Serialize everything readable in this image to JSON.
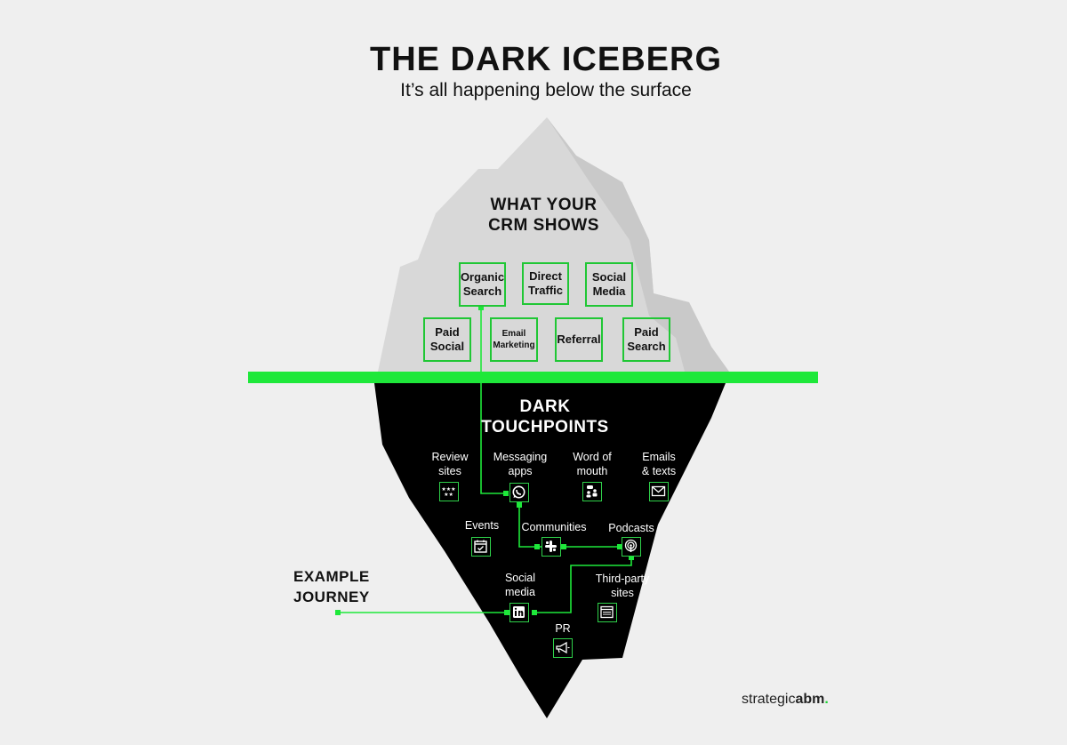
{
  "title": "THE DARK ICEBERG",
  "subtitle": "It’s all happening below the surface",
  "above": {
    "heading_line1": "WHAT YOUR",
    "heading_line2": "CRM SHOWS",
    "boxes": [
      {
        "l1": "Organic",
        "l2": "Search"
      },
      {
        "l1": "Direct",
        "l2": "Traffic"
      },
      {
        "l1": "Social",
        "l2": "Media"
      },
      {
        "l1": "Paid",
        "l2": "Social"
      },
      {
        "l1": "Email",
        "l2": "Marketing"
      },
      {
        "l1": "Referral",
        "l2": ""
      },
      {
        "l1": "Paid",
        "l2": "Search"
      }
    ]
  },
  "below": {
    "heading_line1": "DARK",
    "heading_line2": "TOUCHPOINTS",
    "touchpoints": [
      {
        "l1": "Review",
        "l2": "sites",
        "icon": "stars-icon"
      },
      {
        "l1": "Messaging",
        "l2": "apps",
        "icon": "whatsapp-icon"
      },
      {
        "l1": "Word of",
        "l2": "mouth",
        "icon": "people-chat-icon"
      },
      {
        "l1": "Emails",
        "l2": "& texts",
        "icon": "envelope-icon"
      },
      {
        "l1": "Events",
        "l2": "",
        "icon": "calendar-icon"
      },
      {
        "l1": "Communities",
        "l2": "",
        "icon": "slack-icon"
      },
      {
        "l1": "Podcasts",
        "l2": "",
        "icon": "podcast-icon"
      },
      {
        "l1": "Social",
        "l2": "media",
        "icon": "linkedin-icon"
      },
      {
        "l1": "Third-party",
        "l2": "sites",
        "icon": "browser-icon"
      },
      {
        "l1": "PR",
        "l2": "",
        "icon": "megaphone-icon"
      }
    ]
  },
  "journey": {
    "line1": "EXAMPLE",
    "line2": "JOURNEY"
  },
  "logo": {
    "part1": "strategic",
    "part2": "abm",
    "dot": "."
  },
  "colors": {
    "accent": "#1ee83a",
    "iceberg_top": "#d8d8d8",
    "iceberg_bottom": "#000000",
    "background": "#efefef"
  }
}
